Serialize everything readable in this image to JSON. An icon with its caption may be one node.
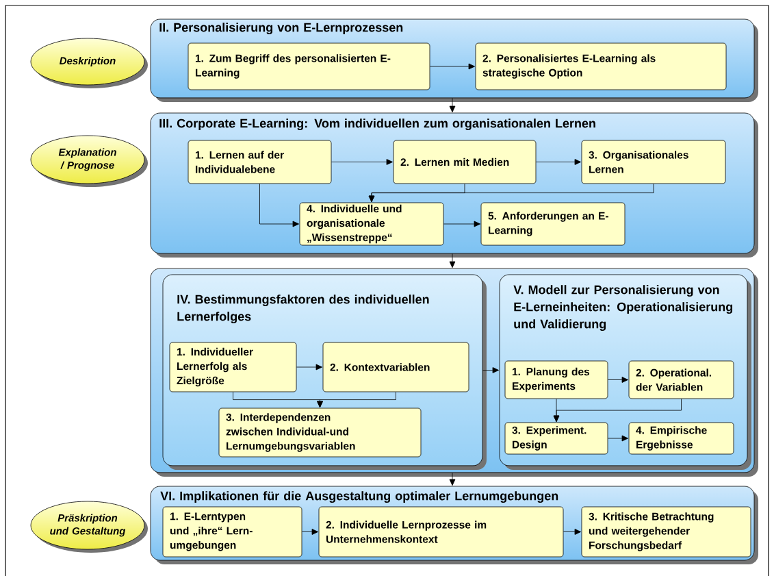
{
  "diagram": {
    "nodes": [
      {
        "text": [
          "Deskription"
        ]
      },
      {
        "text": [
          "II. Personalisierung von E-Lernprozessen"
        ]
      },
      {
        "text": [
          "1. Zum Begriff des personalisierten E-Learning"
        ],
        "in": 1
      },
      {
        "text": [
          "2. Personalisiertes E-Learning als strategische Option"
        ],
        "in": 1
      },
      {
        "text": [
          "Explanation / Prognose"
        ]
      },
      {
        "text": [
          "III. Corporate E-Learning: Vom individuellen zum organisationalen Lernen"
        ]
      },
      {
        "text": [
          "1. Lernen auf der Individualebene"
        ],
        "in": 5
      },
      {
        "text": [
          "2. Lernen mit Medien"
        ],
        "in": 5
      },
      {
        "text": [
          "3. Organisationales Lernen"
        ],
        "in": 5
      },
      {
        "text": [
          "4. Individuelle und organisationale „Wissenstreppe“"
        ],
        "in": 5
      },
      {
        "text": [
          "5. Anforderungen an E-Learning"
        ],
        "in": 5
      },
      {
        "text": [],
        "shape": "box"
      },
      {
        "text": [
          "IV. Bestimmungsfaktoren des individuellen Lernerfolges"
        ],
        "in": 11
      },
      {
        "text": [
          "1. Individueller Lernerfolg als Zielgröße"
        ],
        "in": 12
      },
      {
        "text": [
          "2. Kontextvariablen"
        ],
        "in": 12
      },
      {
        "text": [
          "3. Interdependenzen zwischen Individual-und Lernumgebungsvariablen"
        ],
        "in": 12
      },
      {
        "text": [
          "V. Modell zur Personalisierung von E-Lerneinheiten: Operationalisierung und Validierung"
        ],
        "in": 11
      },
      {
        "text": [
          "1. Planung des Experiments"
        ],
        "in": 16
      },
      {
        "text": [
          "2. Operational. der Variablen"
        ],
        "in": 16
      },
      {
        "text": [
          "3. Experiment. Design"
        ],
        "in": 16
      },
      {
        "text": [
          "4. Empirische Ergebnisse"
        ],
        "in": 16
      },
      {
        "text": [
          "Präskription und Gestaltung"
        ]
      },
      {
        "text": [
          "VI. Implikationen für die Ausgestaltung optimaler Lernumgebungen"
        ]
      },
      {
        "text": [
          "1. E-Lerntypen und „ihre“ Lern-umgebungen"
        ],
        "in": 22
      },
      {
        "text": [
          "2. Individuelle Lernprozesse im Unternehmenskontext"
        ],
        "in": 22
      },
      {
        "text": [
          "3. Kritische Betrachtung und weitergehender Forschungsbedarf"
        ],
        "in": 22
      }
    ],
    "edges": [
      {
        "from": 2,
        "to": 3,
        "arrow": "to"
      },
      {
        "from": 1,
        "to": 5,
        "arrow": "to"
      },
      {
        "from": 6,
        "to": 7,
        "arrow": "to"
      },
      {
        "from": 7,
        "to": 8,
        "arrow": "to"
      },
      {
        "from": 6,
        "to": 9,
        "arrow": "to"
      },
      {
        "from": 7,
        "to": 9,
        "arrow": "to"
      },
      {
        "from": 8,
        "to": 9,
        "arrow": "to"
      },
      {
        "from": 9,
        "to": 10,
        "arrow": "to"
      },
      {
        "from": 5,
        "to": 11,
        "arrow": "to"
      },
      {
        "from": 13,
        "to": 14,
        "arrow": "to"
      },
      {
        "from": 13,
        "to": 15,
        "arrow": "to"
      },
      {
        "from": 14,
        "to": 15,
        "arrow": "to"
      },
      {
        "from": 12,
        "to": 16,
        "arrow": "to"
      },
      {
        "from": 17,
        "to": 18,
        "arrow": "to"
      },
      {
        "from": 17,
        "to": 19,
        "arrow": "to"
      },
      {
        "from": 18,
        "to": 19,
        "arrow": "to"
      },
      {
        "from": 19,
        "to": 20,
        "arrow": "to"
      },
      {
        "from": 11,
        "to": 22,
        "arrow": "to"
      },
      {
        "from": 23,
        "to": 24,
        "arrow": "to"
      },
      {
        "from": 24,
        "to": 25,
        "arrow": "to"
      }
    ]
  }
}
